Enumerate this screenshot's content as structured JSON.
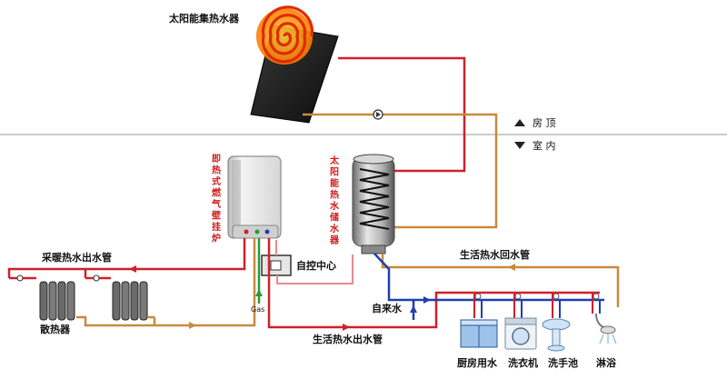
{
  "labels": {
    "solar_collector": "太阳能集热水器",
    "roof": "房 顶",
    "indoor": "室 内",
    "wall_heater": [
      "即",
      "热",
      "式",
      "燃",
      "气",
      "壁",
      "挂",
      "炉"
    ],
    "storage_tank": [
      "太",
      "阳",
      "能",
      "热",
      "水",
      "储",
      "水",
      "器"
    ],
    "control_center": "自控中心",
    "heating_supply_pipe": "采暖热水出水管",
    "radiator": "散热器",
    "gas": "Gas",
    "dhw_supply_pipe": "生活热水出水管",
    "dhw_return_pipe": "生活热水回水管",
    "cold_water": "自来水",
    "kitchen": "厨房用水",
    "washer": "洗衣机",
    "basin": "洗手池",
    "shower": "淋浴"
  },
  "colors": {
    "hot_pipe": "#d0202a",
    "return_pipe": "#c98a3c",
    "cold_pipe": "#1f3fb3",
    "gas_pipe": "#2a9a3a",
    "roof_line": "#cccccc",
    "pink_pipe": "#e88a96"
  }
}
